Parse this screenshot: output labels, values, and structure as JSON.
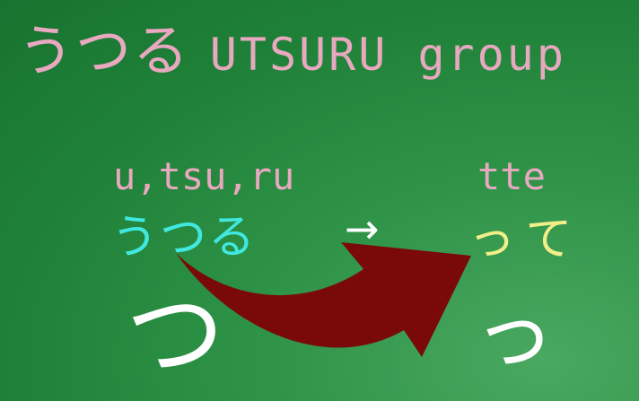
{
  "title": {
    "kana": "うつる",
    "latin": "UTSURU group"
  },
  "left": {
    "romaji": "u,tsu,ru",
    "kana": "うつる",
    "big_char": "つ"
  },
  "right": {
    "romaji": "tte",
    "kana": "って",
    "big_char": "っ"
  },
  "small_arrow": "→",
  "colors": {
    "background": "#1f8138",
    "title": "#e8a8c0",
    "romaji": "#e8a8c0",
    "left_kana": "#40e8e0",
    "right_kana": "#f2ee8a",
    "curved_arrow": "#7a0a0a",
    "big_char": "#ffffff"
  },
  "icons": {
    "curved_arrow": "curved-arrow-icon",
    "small_arrow": "right-arrow-icon"
  }
}
